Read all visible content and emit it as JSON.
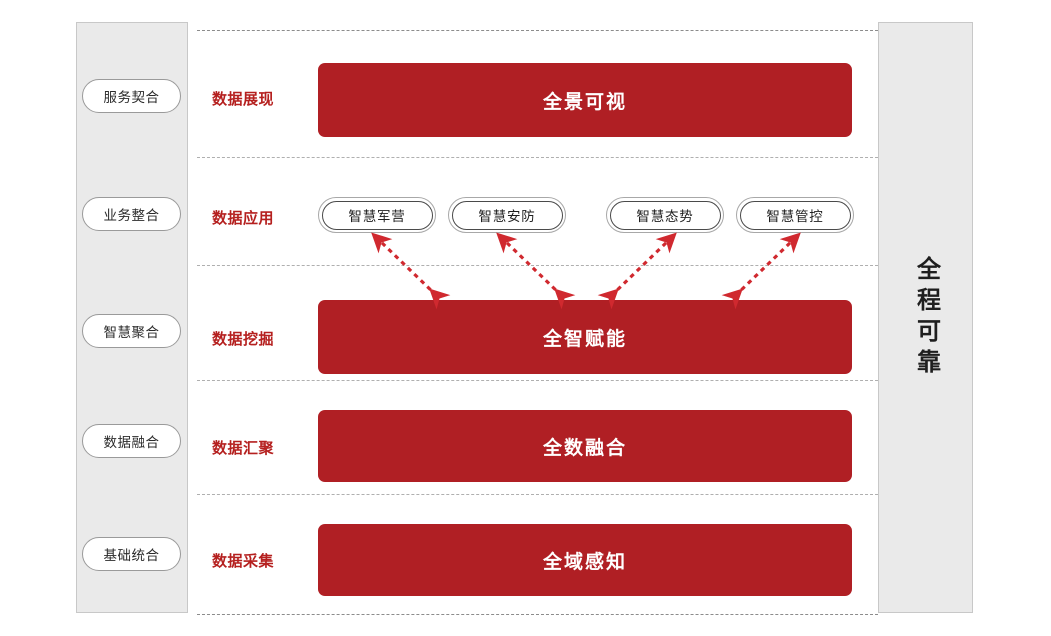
{
  "diagram": {
    "title_vertical_right": "全程可靠",
    "accent_red": "#B01F24",
    "label_red": "#B5201F",
    "panel_gray": "#EAEAEA"
  },
  "left_panel": {
    "items": [
      {
        "label": "服务契合"
      },
      {
        "label": "业务整合"
      },
      {
        "label": "智慧聚合"
      },
      {
        "label": "数据融合"
      },
      {
        "label": "基础统合"
      }
    ]
  },
  "stages": [
    {
      "label": "数据展现",
      "bar": "全景可视"
    },
    {
      "label": "数据应用",
      "bar": null
    },
    {
      "label": "数据挖掘",
      "bar": "全智赋能"
    },
    {
      "label": "数据汇聚",
      "bar": "全数融合"
    },
    {
      "label": "数据采集",
      "bar": "全域感知"
    }
  ],
  "applications": [
    {
      "label": "智慧军营"
    },
    {
      "label": "智慧安防"
    },
    {
      "label": "智慧态势"
    },
    {
      "label": "智慧管控"
    }
  ],
  "right_panel": {
    "label": "全程可靠"
  }
}
